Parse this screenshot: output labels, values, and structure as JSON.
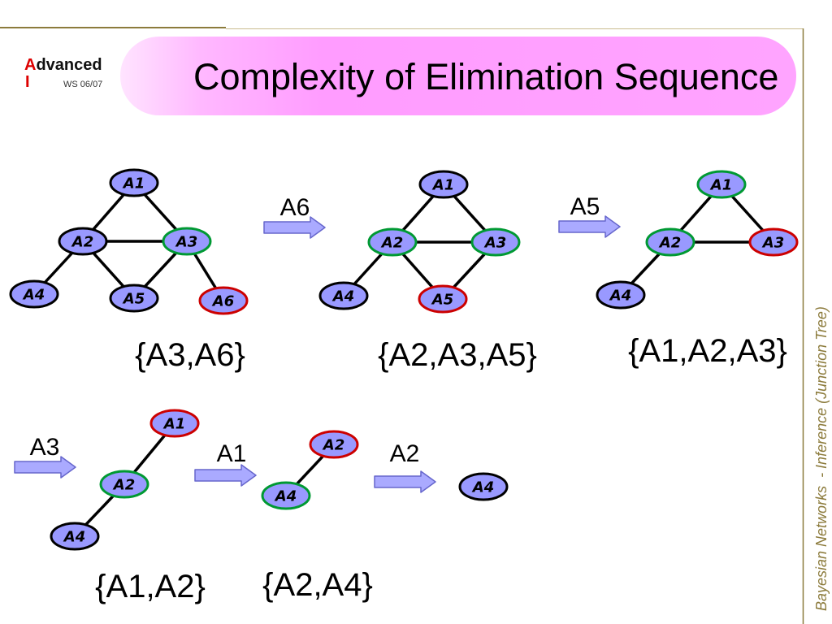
{
  "header": {
    "logo_initial": "A",
    "logo_rest": "dvanced",
    "logo_line2": "I",
    "term": "WS 06/07",
    "title": "Complexity of Elimination Sequence"
  },
  "side_caption": "Bayesian Networks  - Inference (Junction Tree)",
  "colors": {
    "banner": "#ff99ff",
    "node_fill": "#9999ff",
    "arrow_fill": "#aaaaff",
    "ring_eliminated": "#cc0000",
    "ring_neighbor": "#009933",
    "ring_plain": "#000000",
    "logo_red": "#dd0000",
    "caption": "#8c7b3c"
  },
  "eliminations": [
    "A6",
    "A5",
    "A3",
    "A1",
    "A2"
  ],
  "graphs": [
    {
      "nodes": [
        {
          "label": "A1",
          "ring": "#000000"
        },
        {
          "label": "A2",
          "ring": "#000000"
        },
        {
          "label": "A3",
          "ring": "#009933"
        },
        {
          "label": "A4",
          "ring": "#000000"
        },
        {
          "label": "A5",
          "ring": "#000000"
        },
        {
          "label": "A6",
          "ring": "#cc0000"
        }
      ],
      "edges": [
        [
          0,
          1
        ],
        [
          0,
          2
        ],
        [
          1,
          2
        ],
        [
          1,
          3
        ],
        [
          1,
          4
        ],
        [
          2,
          4
        ],
        [
          2,
          5
        ]
      ],
      "clique": "{A3,A6}"
    },
    {
      "nodes": [
        {
          "label": "A1",
          "ring": "#000000"
        },
        {
          "label": "A2",
          "ring": "#009933"
        },
        {
          "label": "A3",
          "ring": "#009933"
        },
        {
          "label": "A4",
          "ring": "#000000"
        },
        {
          "label": "A5",
          "ring": "#cc0000"
        }
      ],
      "edges": [
        [
          0,
          1
        ],
        [
          0,
          2
        ],
        [
          1,
          2
        ],
        [
          1,
          3
        ],
        [
          1,
          4
        ],
        [
          2,
          4
        ]
      ],
      "clique": "{A2,A3,A5}"
    },
    {
      "nodes": [
        {
          "label": "A1",
          "ring": "#009933"
        },
        {
          "label": "A2",
          "ring": "#009933"
        },
        {
          "label": "A3",
          "ring": "#cc0000"
        },
        {
          "label": "A4",
          "ring": "#000000"
        }
      ],
      "edges": [
        [
          0,
          1
        ],
        [
          0,
          2
        ],
        [
          1,
          2
        ],
        [
          1,
          3
        ]
      ],
      "clique": "{A1,A2,A3}"
    },
    {
      "nodes": [
        {
          "label": "A1",
          "ring": "#cc0000"
        },
        {
          "label": "A2",
          "ring": "#009933"
        },
        {
          "label": "A4",
          "ring": "#000000"
        }
      ],
      "edges": [
        [
          0,
          1
        ],
        [
          1,
          2
        ]
      ],
      "clique": "{A1,A2}"
    },
    {
      "nodes": [
        {
          "label": "A2",
          "ring": "#cc0000"
        },
        {
          "label": "A4",
          "ring": "#009933"
        }
      ],
      "edges": [
        [
          0,
          1
        ]
      ],
      "clique": "{A2,A4}"
    },
    {
      "nodes": [
        {
          "label": "A4",
          "ring": "#000000"
        }
      ],
      "edges": []
    }
  ]
}
